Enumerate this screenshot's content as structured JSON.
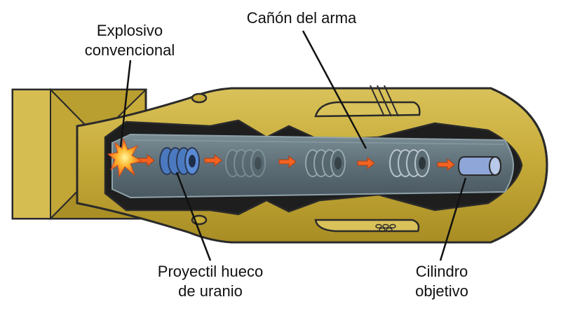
{
  "labels": {
    "explosive": {
      "line1": "Explosivo",
      "line2": "convencional"
    },
    "barrel": {
      "text": "Cañón del arma"
    },
    "projectile": {
      "line1": "Proyectil hueco",
      "line2": "de uranio"
    },
    "target": {
      "line1": "Cilindro",
      "line2": "objetivo"
    }
  },
  "colors": {
    "casing": "#C8AC3A",
    "casing_dark": "#A58A22",
    "casing_light": "#E2CC68",
    "interior": "#1E1E1E",
    "barrel": "#5D6E76",
    "barrel_highlight": "#8FA2AA",
    "projectile": "#4B79C0",
    "arrow": "#F26322",
    "outline": "#2A2A2A"
  }
}
